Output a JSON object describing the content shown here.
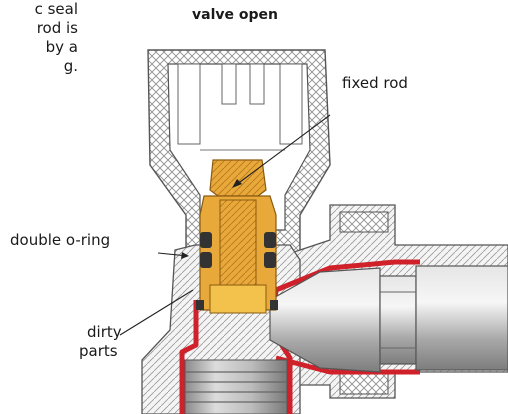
{
  "title": "valve open",
  "intro_lines": [
    "c seal",
    "rod is",
    "by a",
    "g."
  ],
  "labels": {
    "fixed_rod": "fixed rod",
    "double_oring": "double o-ring",
    "dirty_parts_1": "dirty",
    "dirty_parts_2": "parts"
  },
  "colors": {
    "brass": "#e8a93a",
    "brass_dark": "#b7781f",
    "seal_red": "#d0202a",
    "oring": "#333333",
    "steel": "#b9b9b9",
    "hatch": "#8a8a8a"
  }
}
